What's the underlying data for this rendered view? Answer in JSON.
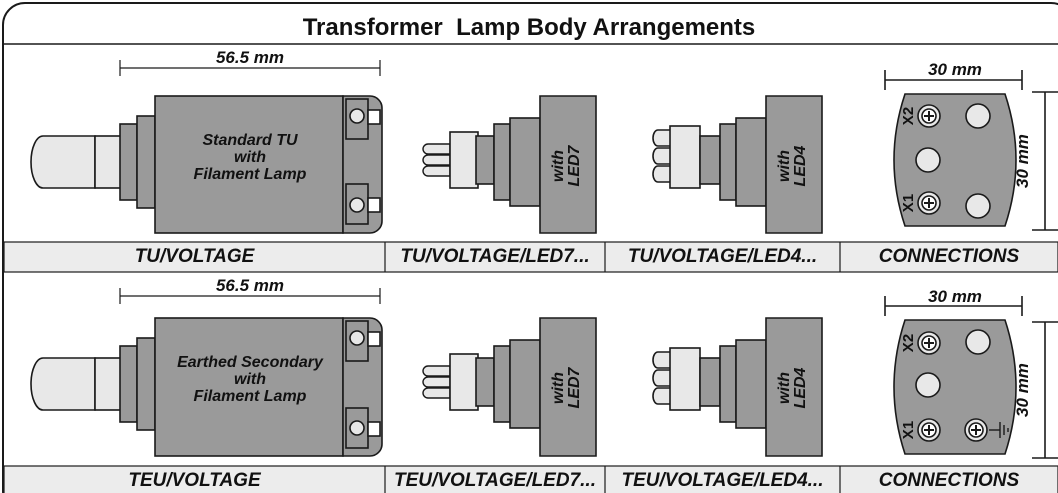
{
  "title": "Transformer  Lamp Body Arrangements",
  "colors": {
    "body": "#9a9a9a",
    "lens": "#e8e8e8",
    "band": "#ececec",
    "stroke": "#1a1a1a"
  },
  "rows": [
    {
      "dimension": "56.5 mm",
      "body_text": "Standard TU\nwith\nFilament Lamp",
      "led7_text": "with\nLED7",
      "led4_text": "with\nLED4",
      "conn_width": "30 mm",
      "conn_height": "30 mm",
      "terminal_top": "X2",
      "terminal_bottom": "X1",
      "labels": [
        "TU/VOLTAGE",
        "TU/VOLTAGE/LED7...",
        "TU/VOLTAGE/LED4...",
        "CONNECTIONS"
      ]
    },
    {
      "dimension": "56.5 mm",
      "body_text": "Earthed Secondary\nwith\nFilament Lamp",
      "led7_text": "with\nLED7",
      "led4_text": "with\nLED4",
      "conn_width": "30 mm",
      "conn_height": "30 mm",
      "terminal_top": "X2",
      "terminal_bottom": "X1",
      "labels": [
        "TEU/VOLTAGE",
        "TEU/VOLTAGE/LED7...",
        "TEU/VOLTAGE/LED4...",
        "CONNECTIONS"
      ]
    }
  ]
}
